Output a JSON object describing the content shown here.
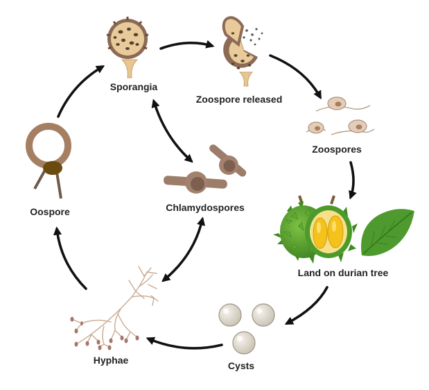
{
  "diagram": {
    "stages": {
      "sporangia": "Sporangia",
      "zoospore_released": "Zoospore released",
      "zoospores": "Zoospores",
      "land_on_durian_tree": "Land on durian tree",
      "cysts": "Cysts",
      "hyphae": "Hyphae",
      "oospore": "Oospore",
      "chlamydospores": "Chlamydospores"
    },
    "icons": {
      "sporangia": "sporangium-icon",
      "zoospore_released": "bursting-sporangium-icon",
      "zoospores": "zoospore-icon",
      "durian": "durian-fruit-icon",
      "leaf": "leaf-icon",
      "cysts": "cyst-icon",
      "hyphae": "hyphae-icon",
      "oospore": "oospore-icon",
      "chlamydospores": "chlamydospore-icon"
    },
    "colors": {
      "arrow": "#111111",
      "spore_tan": "#a57f62",
      "sporangium_fill": "#e7c99b",
      "durian_green": "#4c9a2a",
      "durian_flesh": "#f4c21b",
      "leaf_green": "#4e9a2e",
      "cyst_grey": "#d6d0c4",
      "oospore_brown": "#6b4a10"
    }
  }
}
